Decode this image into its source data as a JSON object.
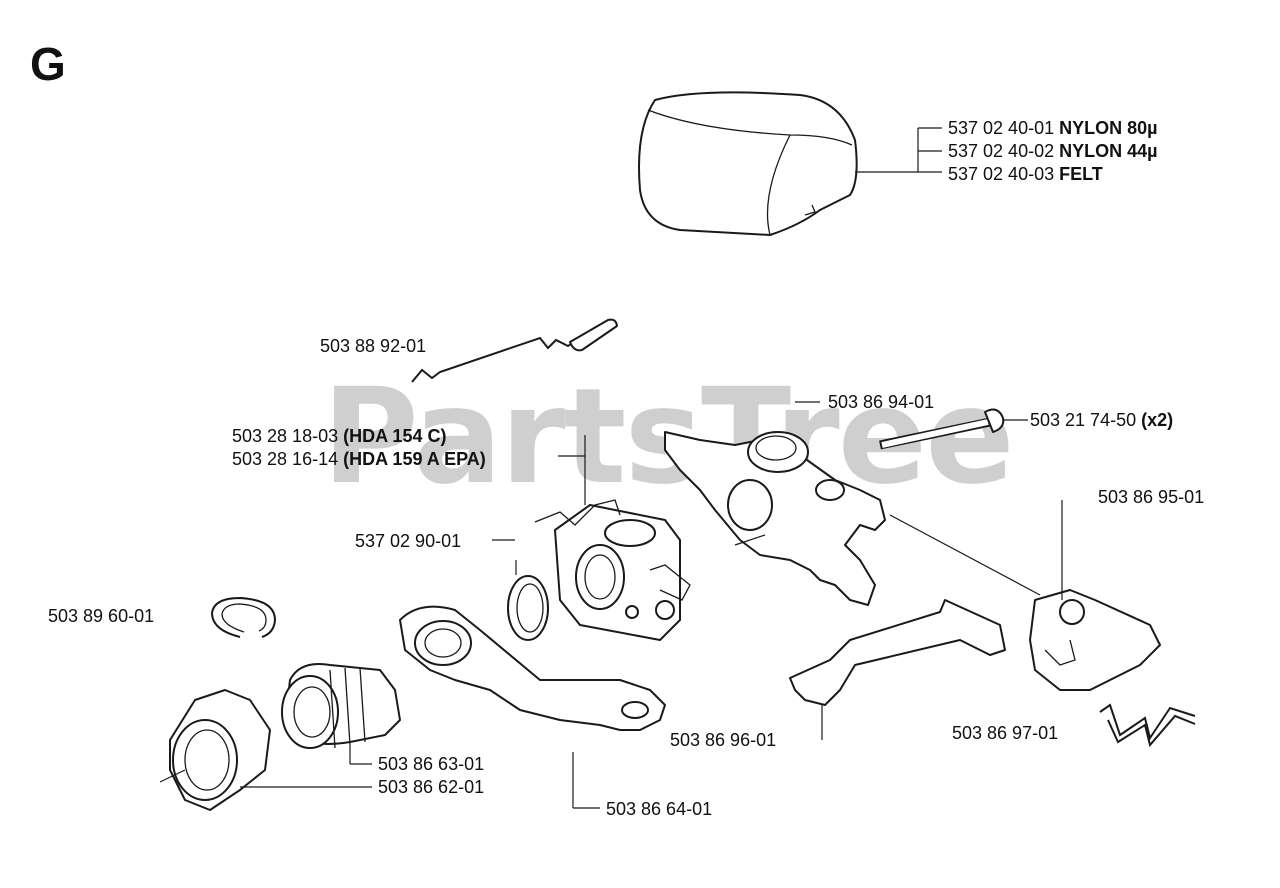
{
  "section_letter": "G",
  "watermark": "PartsTree",
  "labels": {
    "filter_1_num": "537 02 40-01",
    "filter_1_desc": "NYLON 80µ",
    "filter_2_num": "537 02 40-02",
    "filter_2_desc": "NYLON 44µ",
    "filter_3_num": "537 02 40-03",
    "filter_3_desc": "FELT",
    "rod": "503 88 92-01",
    "carb_1_num": "503 28 18-03",
    "carb_1_desc": "(HDA 154 C)",
    "carb_2_num": "503 28 16-14",
    "carb_2_desc": "(HDA 159 A  EPA)",
    "gasket": "503 86 94-01",
    "screw_num": "503 21 74-50",
    "screw_qty": "(x2)",
    "bracket_right": "503 86 95-01",
    "carb_gasket": "537 02 90-01",
    "circlip": "503 89 60-01",
    "boot_1": "503 86 63-01",
    "boot_2": "503 86 62-01",
    "intake_flange": "503 86 64-01",
    "lever": "503 86 96-01",
    "spring_bracket": "503 86 97-01"
  }
}
